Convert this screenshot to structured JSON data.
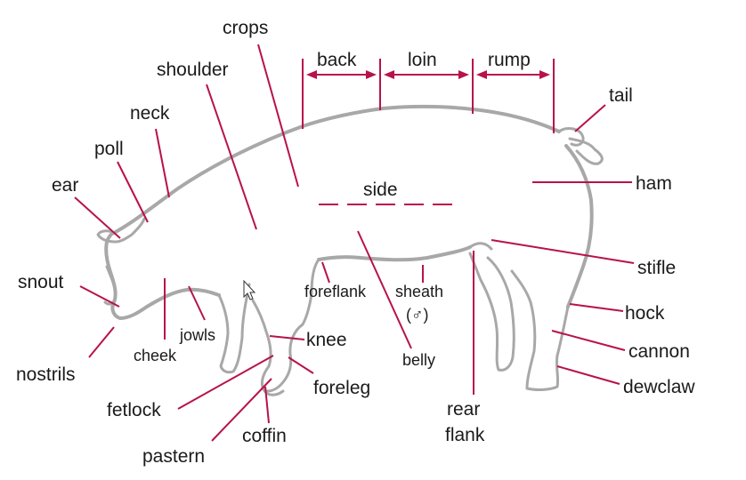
{
  "labels": {
    "crops": "crops",
    "back": "back",
    "loin": "loin",
    "rump": "rump",
    "shoulder": "shoulder",
    "tail": "tail",
    "neck": "neck",
    "poll": "poll",
    "ear": "ear",
    "side": "side",
    "ham": "ham",
    "snout": "snout",
    "stifle": "stifle",
    "foreflank": "foreflank",
    "sheath": "sheath",
    "sheath_symbol": "(♂)",
    "jowls": "jowls",
    "hock": "hock",
    "cheek": "cheek",
    "knee": "knee",
    "nostrils": "nostrils",
    "cannon": "cannon",
    "belly": "belly",
    "dewclaw": "dewclaw",
    "foreleg": "foreleg",
    "fetlock": "fetlock",
    "rear": "rear",
    "flank": "flank",
    "coffin": "coffin",
    "pastern": "pastern"
  },
  "colors": {
    "leader": "#b8124a",
    "outline": "#a8a8a8",
    "text": "#1a1a1a"
  },
  "icons": {
    "cursor": "mouse-pointer-icon"
  }
}
